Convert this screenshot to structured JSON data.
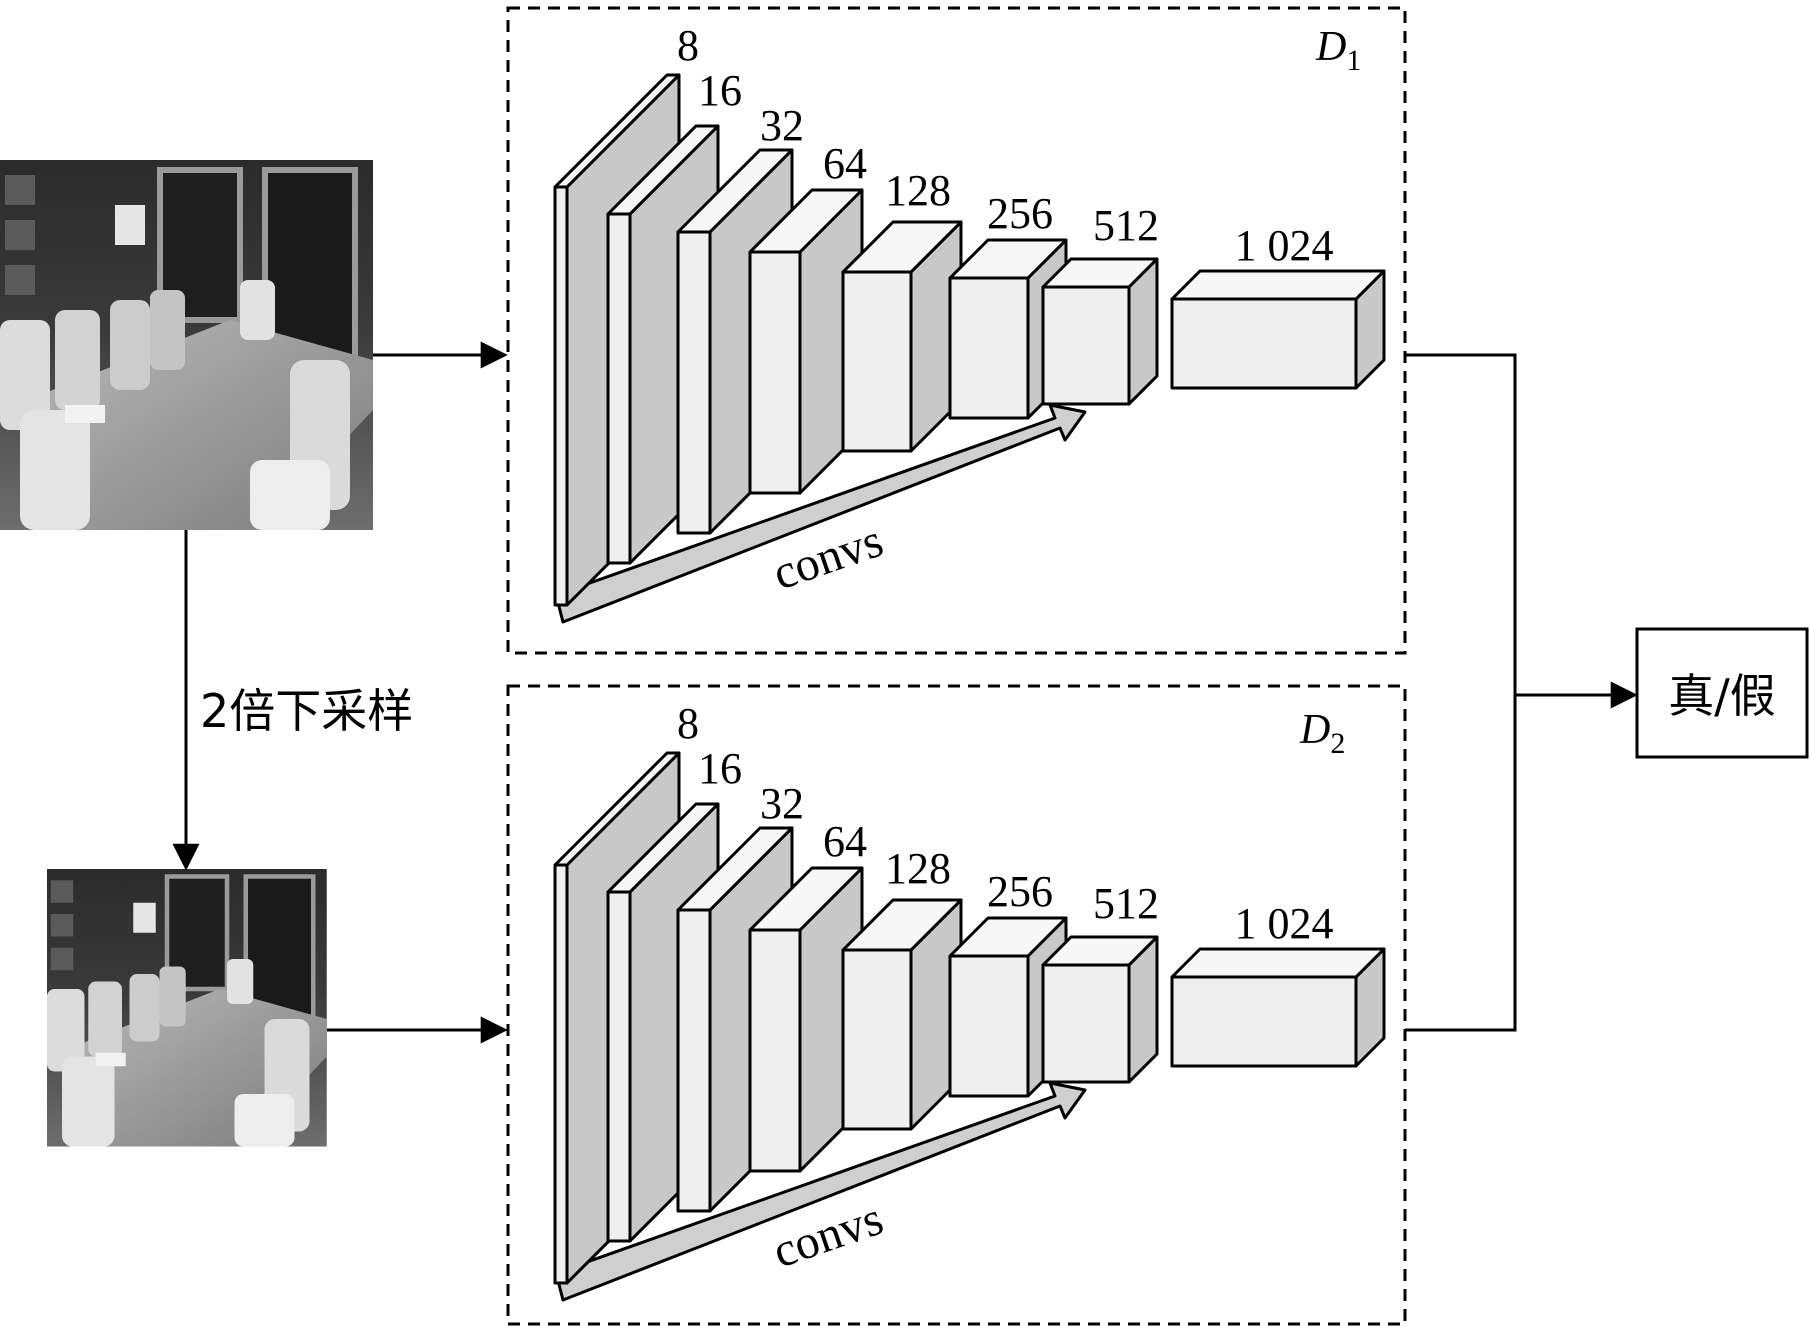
{
  "discriminators": [
    {
      "label_letter": "D",
      "label_sub": "1",
      "channels": [
        "8",
        "16",
        "32",
        "64",
        "128",
        "256",
        "512",
        "1 024"
      ],
      "convs_label": "convs"
    },
    {
      "label_letter": "D",
      "label_sub": "2",
      "channels": [
        "8",
        "16",
        "32",
        "64",
        "128",
        "256",
        "512",
        "1 024"
      ],
      "convs_label": "convs"
    }
  ],
  "downsample_label": "2倍下采样",
  "output_label": "真/假",
  "colors": {
    "block_front": "#efefef",
    "block_side": "#c8c8c8",
    "block_top": "#f7f7f7",
    "convs_arrow": "#cfcfcf",
    "stroke": "#000000",
    "photo_dark": "#2b2b2b",
    "photo_mid": "#8a8a8a",
    "photo_light": "#d9d9d9"
  }
}
